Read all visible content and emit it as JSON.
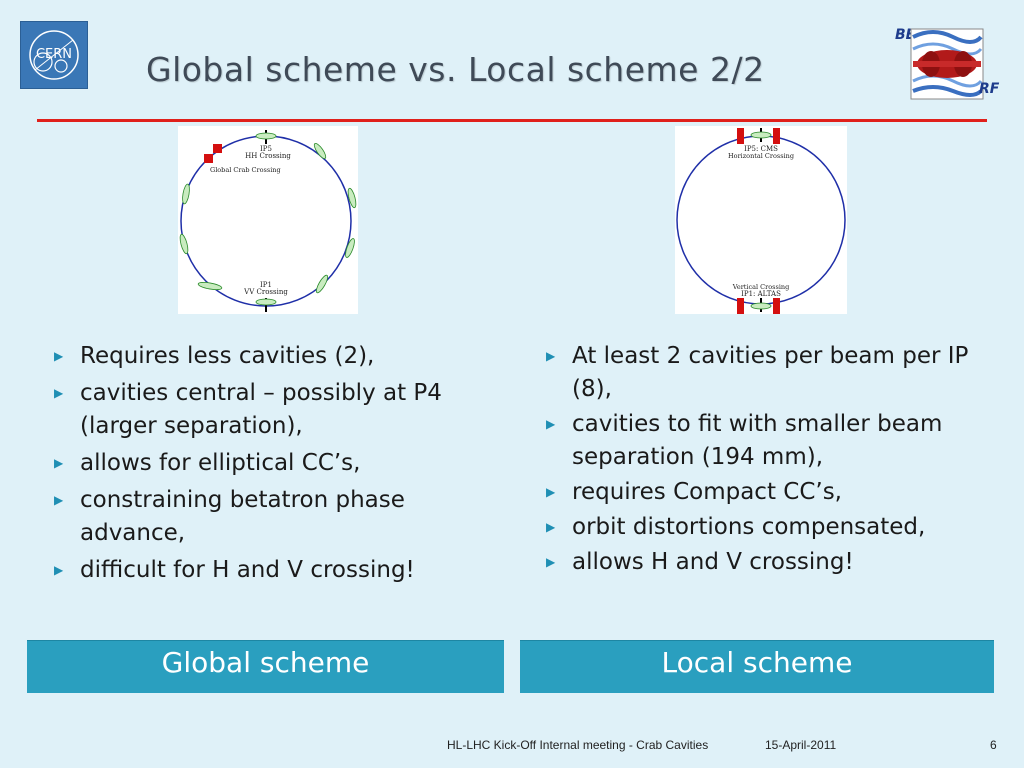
{
  "header": {
    "title": "Global scheme vs. Local scheme 2/2",
    "cern_logo_text": "CERN",
    "bef_logo_text_top": "BE",
    "bef_logo_text_bottom": "RF"
  },
  "diagrams": {
    "global": {
      "ip5_label": "IP5",
      "ip5_sub": "HH Crossing",
      "crab_label": "Global Crab Crossing",
      "ip1_label": "IP1",
      "ip1_sub": "VV Crossing"
    },
    "local": {
      "ip5_label": "IP5: CMS",
      "ip5_sub": "Horizontal Crossing",
      "ip1_label": "Vertical Crossing",
      "ip1_sub": "IP1: ALTAS"
    }
  },
  "global_bullets": [
    "Requires less cavities (2),",
    "cavities central – possibly at P4 (larger separation),",
    "allows for elliptical CC’s,",
    "constraining betatron phase advance,",
    "difficult for H and V crossing!"
  ],
  "local_bullets": [
    "At least 2 cavities per beam per IP (8),",
    "cavities to fit with smaller beam separation (194 mm),",
    "requires Compact CC’s,",
    "orbit distortions compensated,",
    "allows H and V crossing!"
  ],
  "labels": {
    "global_scheme": "Global scheme",
    "local_scheme": "Local scheme"
  },
  "footer": {
    "meeting": "HL-LHC Kick-Off Internal meeting - Crab Cavities",
    "date": "15-April-2011",
    "page": "6"
  },
  "colors": {
    "accent_rule": "#e0201b",
    "scheme_box": "#2a9fbf",
    "background": "#dff1f8"
  }
}
